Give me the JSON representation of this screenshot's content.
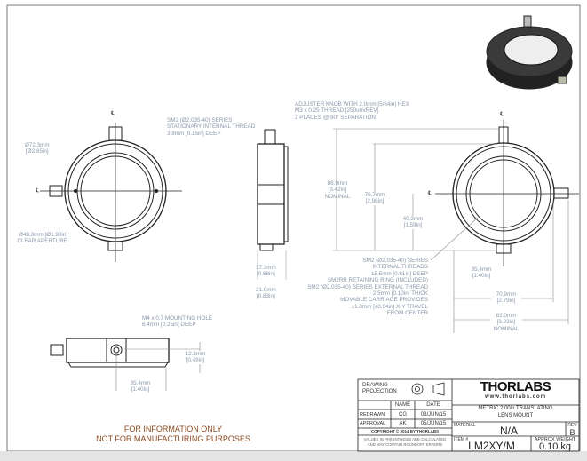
{
  "front_view": {
    "thread": [
      "SM2 (Ø2.035-40) SERIES",
      "STATIONARY INTERNAL THREAD",
      "3.8mm [0.15in] DEEP"
    ],
    "outer_dia": [
      "Ø72.3mm",
      "[Ø2.85in]"
    ],
    "aperture": [
      "Ø48.3mm [Ø1.90in]",
      "CLEAR APERTURE"
    ],
    "centerline": "℄"
  },
  "side_view": {
    "knob": [
      "ADJUSTER KNOB WITH 2.0mm [5/64in] HEX",
      "M3 x 0.25 THREAD [250um/REV]",
      "2 PLACES @ 90° SEPARATION"
    ],
    "dim1": [
      "17.3mm",
      "[0.68in]"
    ],
    "dim2": [
      "21.0mm",
      "[0.83in]"
    ]
  },
  "back_view": {
    "height_nominal": [
      "86.9mm",
      "[3.42in]",
      "NOMINAL"
    ],
    "height": [
      "75.7mm",
      "[2.98in]"
    ],
    "center_height": [
      "40.3mm",
      "[1.59in]"
    ],
    "notes": [
      "SM2 (Ø2.035-40) SERIES",
      "INTERNAL THREADS",
      "15.5mm [0.61in] DEEP",
      "SM2RR RETAINING RING (INCLUDED)",
      "SM2 (Ø2.035-40) SERIES EXTERNAL THREAD",
      "2.5mm [0.10in] THICK",
      "MOVABLE CARRIAGE PROVIDES",
      "±1.0mm [±0.04in] X-Y TRAVEL",
      "FROM CENTER"
    ],
    "offset": [
      "35.4mm",
      "[1.40in]"
    ],
    "width": [
      "70.9mm",
      "[2.79in]"
    ],
    "width_nominal": [
      "82.0mm",
      "[3.23in]",
      "NOMINAL"
    ]
  },
  "bottom_view": {
    "hole": [
      "M4 x 0.7  MOUNTING HOLE",
      "6.4mm [0.25in] DEEP"
    ],
    "height": [
      "12.3mm",
      "[0.49in]"
    ],
    "offset": [
      "35.4mm",
      "[1.40in]"
    ]
  },
  "disclaimer": [
    "FOR INFORMATION ONLY",
    "NOT FOR MANUFACTURING PURPOSES"
  ],
  "title_block": {
    "projection": "DRAWING PROJECTION",
    "name_hdr": "NAME",
    "date_hdr": "DATE",
    "redrawn": "REDRAWN",
    "redrawn_name": "CG",
    "redrawn_date": "03/JUN/15",
    "approval": "APPROVAL",
    "approval_name": "AK",
    "approval_date": "05/JUN/15",
    "copyright": "COPYRIGHT © 2014 BY THORLABS",
    "values_note": [
      "VALUES IN PARENTHESIS ARE CALCULATED",
      "AND MAY CONTAIN ROUNDOFF ERRORS"
    ],
    "logo": "THORLABS",
    "website": "www.thorlabs.com",
    "title": [
      "METRIC 2.00in TRANSLATING",
      "LENS MOUNT"
    ],
    "material_label": "MATERIAL",
    "material": "N/A",
    "rev_label": "REV",
    "rev": "B",
    "item_label": "ITEM #",
    "item": "LM2XY/M",
    "weight_label": "APPROX WEIGHT",
    "weight": "0.10 kg"
  }
}
